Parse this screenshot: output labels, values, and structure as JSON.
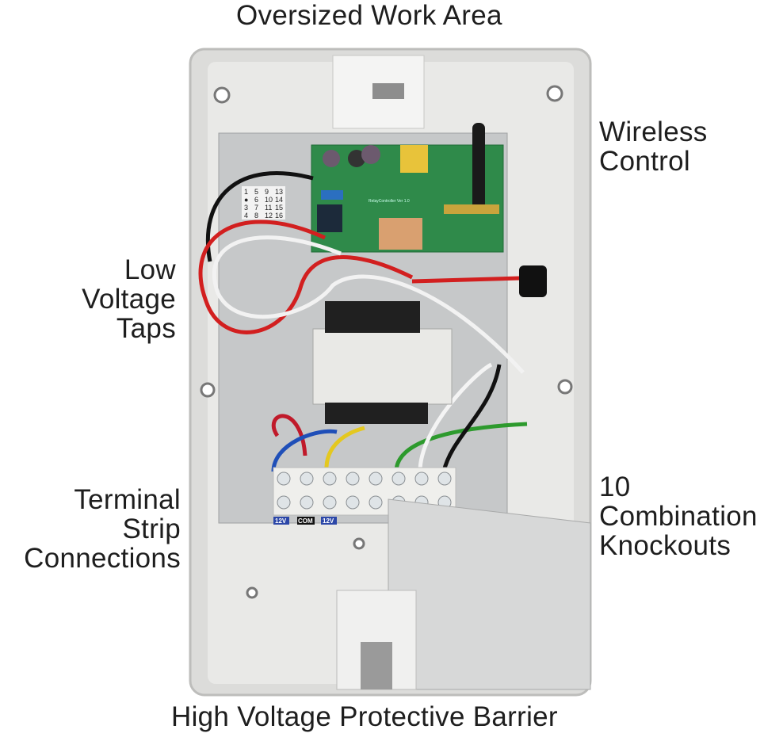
{
  "labels": {
    "top": "Oversized Work Area",
    "wireless": [
      "Wireless",
      "Control"
    ],
    "low_voltage": [
      "Low",
      "Voltage",
      "Taps"
    ],
    "terminal": [
      "Terminal",
      "Strip",
      "Connections"
    ],
    "knockouts": [
      "10",
      "Combination",
      "Knockouts"
    ],
    "bottom": "High Voltage Protective Barrier"
  },
  "photo": {
    "dip_grid": [
      "1",
      "5",
      "9",
      "13",
      "●",
      "6",
      "10",
      "14",
      "3",
      "7",
      "11",
      "15",
      "4",
      "8",
      "12",
      "16"
    ],
    "pcb_text": "RelayController Ver 1.0",
    "terminal_labels": [
      "12V",
      "COM",
      "12V"
    ]
  },
  "colors": {
    "enclosure": "#e6e6e4",
    "plate": "#c9cbcc",
    "pcb": "#2f8a4a"
  }
}
